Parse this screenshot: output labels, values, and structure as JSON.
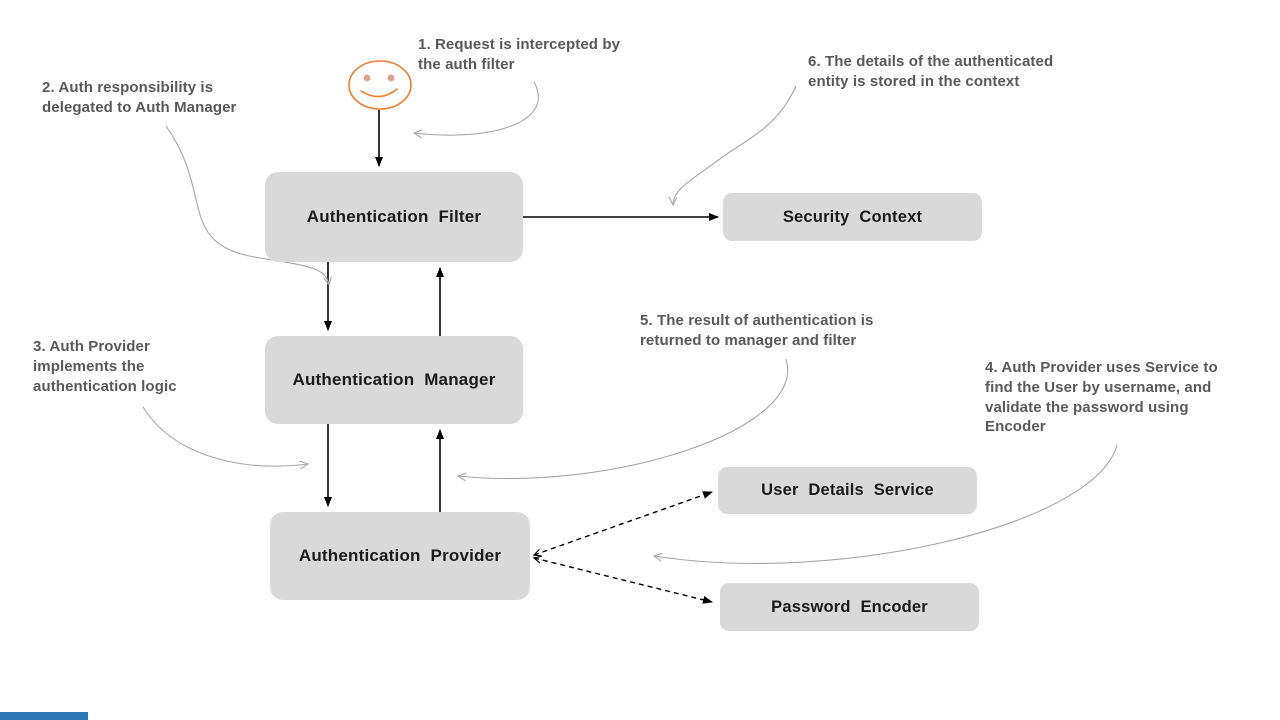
{
  "nodes": {
    "auth_filter": "Authentication Filter",
    "security_context": "Security Context",
    "auth_manager": "Authentication Manager",
    "auth_provider": "Authentication Provider",
    "user_details_service": "User Details Service",
    "password_encoder": "Password Encoder"
  },
  "annotations": {
    "a1": "1. Request is intercepted by\nthe auth filter",
    "a2": "2. Auth responsibility is\ndelegated to Auth Manager",
    "a3": "3. Auth Provider\nimplements the\nauthentication logic",
    "a4": "4. Auth Provider uses Service to\nfind the User by username, and\nvalidate the password using\nEncoder",
    "a5": "5. The result of authentication is\nreturned to manager and filter",
    "a6": "6. The details of the authenticated\nentity is stored in the context"
  },
  "actor": {
    "icon": "smiley-face-user"
  },
  "edges": [
    {
      "from": "user",
      "to": "auth_filter",
      "style": "solid"
    },
    {
      "from": "auth_filter",
      "to": "security_context",
      "style": "solid"
    },
    {
      "from": "auth_filter",
      "to": "auth_manager",
      "style": "solid"
    },
    {
      "from": "auth_manager",
      "to": "auth_filter",
      "style": "solid"
    },
    {
      "from": "auth_manager",
      "to": "auth_provider",
      "style": "solid"
    },
    {
      "from": "auth_provider",
      "to": "auth_manager",
      "style": "solid"
    },
    {
      "from": "auth_provider",
      "to": "user_details_service",
      "style": "dashed"
    },
    {
      "from": "auth_provider",
      "to": "password_encoder",
      "style": "dashed"
    }
  ],
  "colors": {
    "node_fill": "#d9d9d9",
    "node_text": "#1a1a1a",
    "annotation_text": "#595959",
    "connector": "#a6a6a6",
    "arrow": "#000000",
    "smiley": "#ed7d31",
    "accent_bar": "#2e75b6"
  }
}
